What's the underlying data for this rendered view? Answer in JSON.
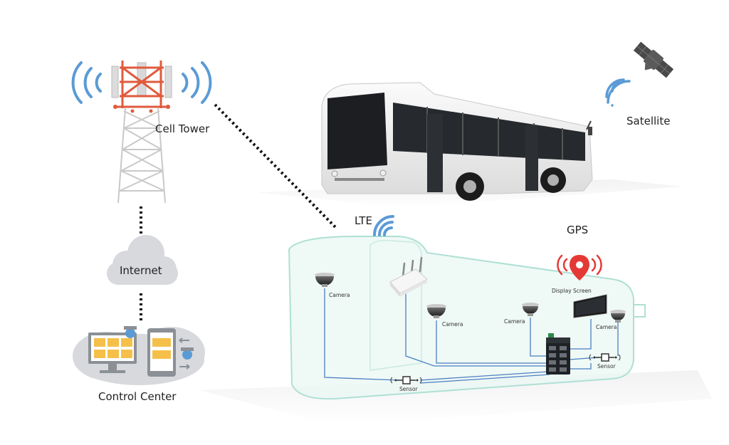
{
  "labels": {
    "cell_tower": "Cell Tower",
    "satellite": "Satellite",
    "internet": "Internet",
    "control_center": "Control Center",
    "lte": "LTE",
    "gps": "GPS",
    "display_screen": "Display Screen",
    "camera": "Camera",
    "sensor": "Sensor"
  },
  "colors": {
    "signal_blue": "#5b9bd5",
    "tower_red": "#e05a3c",
    "gps_red": "#e53935",
    "cable_blue": "#4a7fc1",
    "bus_outline": "#aee0d4",
    "bus_fill": "#e9f7f3",
    "cloud_gray": "#d7d9dc",
    "folder_yellow": "#f5c04a"
  },
  "icons": [
    "cell-tower-icon",
    "satellite-icon",
    "cloud-icon",
    "gps-pin-icon",
    "router-icon",
    "network-switch-icon",
    "dome-camera-icon",
    "sensor-icon",
    "monitor-icon",
    "bus-illustration"
  ]
}
